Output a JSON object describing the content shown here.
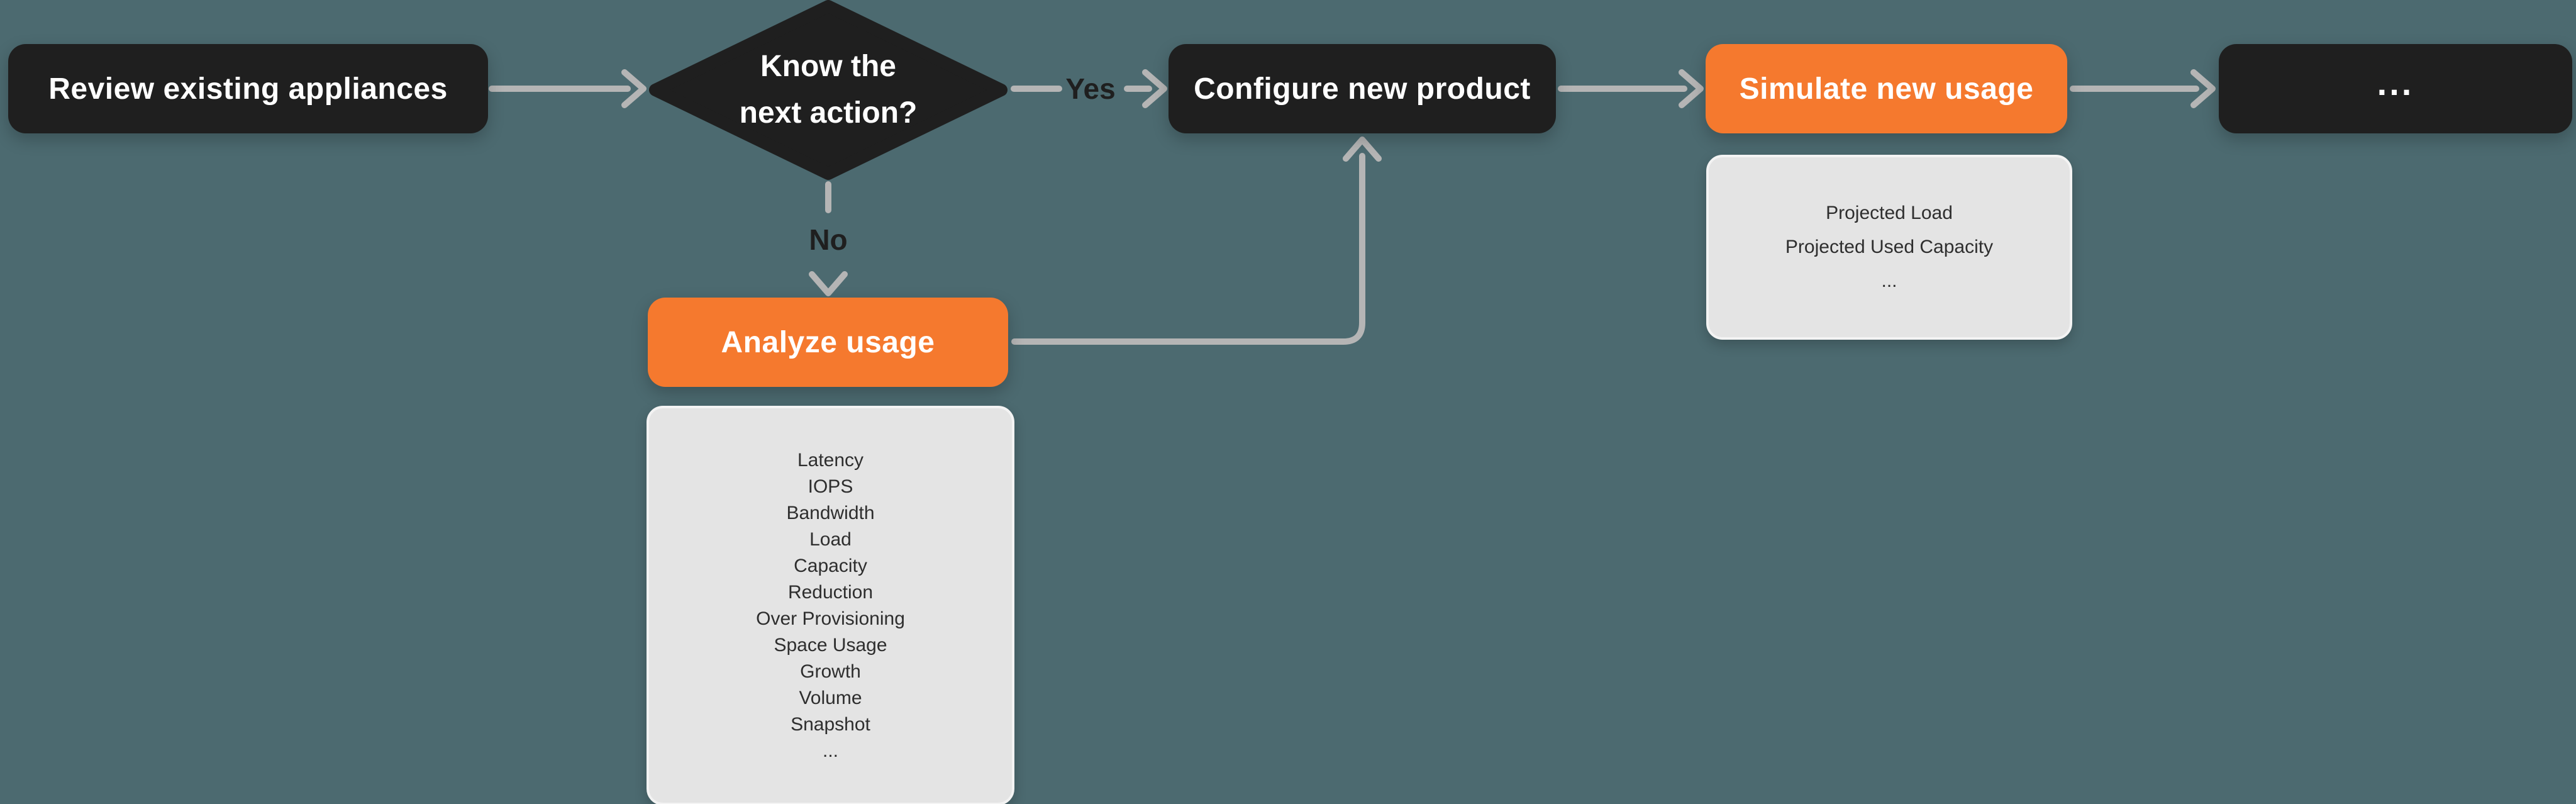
{
  "colors": {
    "background": "#4c6a70",
    "node_dark": "#1f1f1f",
    "node_accent": "#f5792e",
    "info_background": "#e4e4e4",
    "connector": "#b5b5b5",
    "node_text": "#ffffff",
    "info_text": "#2e2e2e"
  },
  "nodes": {
    "review": {
      "label": "Review existing appliances"
    },
    "decision": {
      "line1": "Know the",
      "line2": "next action?"
    },
    "configure": {
      "label": "Configure new product"
    },
    "simulate": {
      "label": "Simulate new usage"
    },
    "more": {
      "label": "..."
    },
    "analyze": {
      "label": "Analyze usage"
    }
  },
  "edge_labels": {
    "yes": "Yes",
    "no": "No"
  },
  "details": {
    "analyze_metrics": [
      "Latency",
      "IOPS",
      "Bandwidth",
      "Load",
      "Capacity",
      "Reduction",
      "Over Provisioning",
      "Space Usage",
      "Growth",
      "Volume",
      "Snapshot",
      "..."
    ],
    "simulate_outputs": [
      "Projected Load",
      "Projected Used Capacity",
      "..."
    ]
  }
}
